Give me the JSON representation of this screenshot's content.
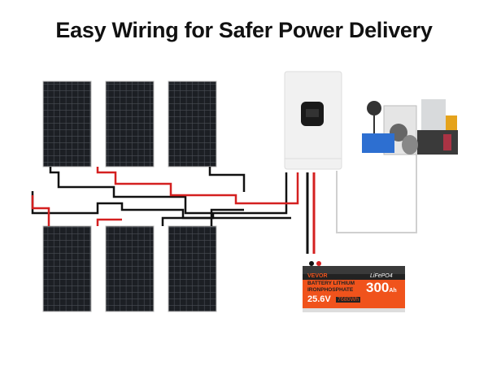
{
  "title": "Easy Wiring for Safer Power Delivery",
  "battery": {
    "brand": "VEVOR",
    "chemistry": "LiFePO4",
    "line1": "BATTERY LITHIUM",
    "line2": "IRONPHOSPHATE",
    "voltage": "25.6V",
    "energy": "7680Wh",
    "capacity": "300",
    "capacity_unit": "Ah"
  },
  "colors": {
    "wire_positive": "#d42020",
    "wire_negative": "#111111",
    "battery_orange": "#f0531c",
    "ac_wire": "#d0d0d0"
  }
}
